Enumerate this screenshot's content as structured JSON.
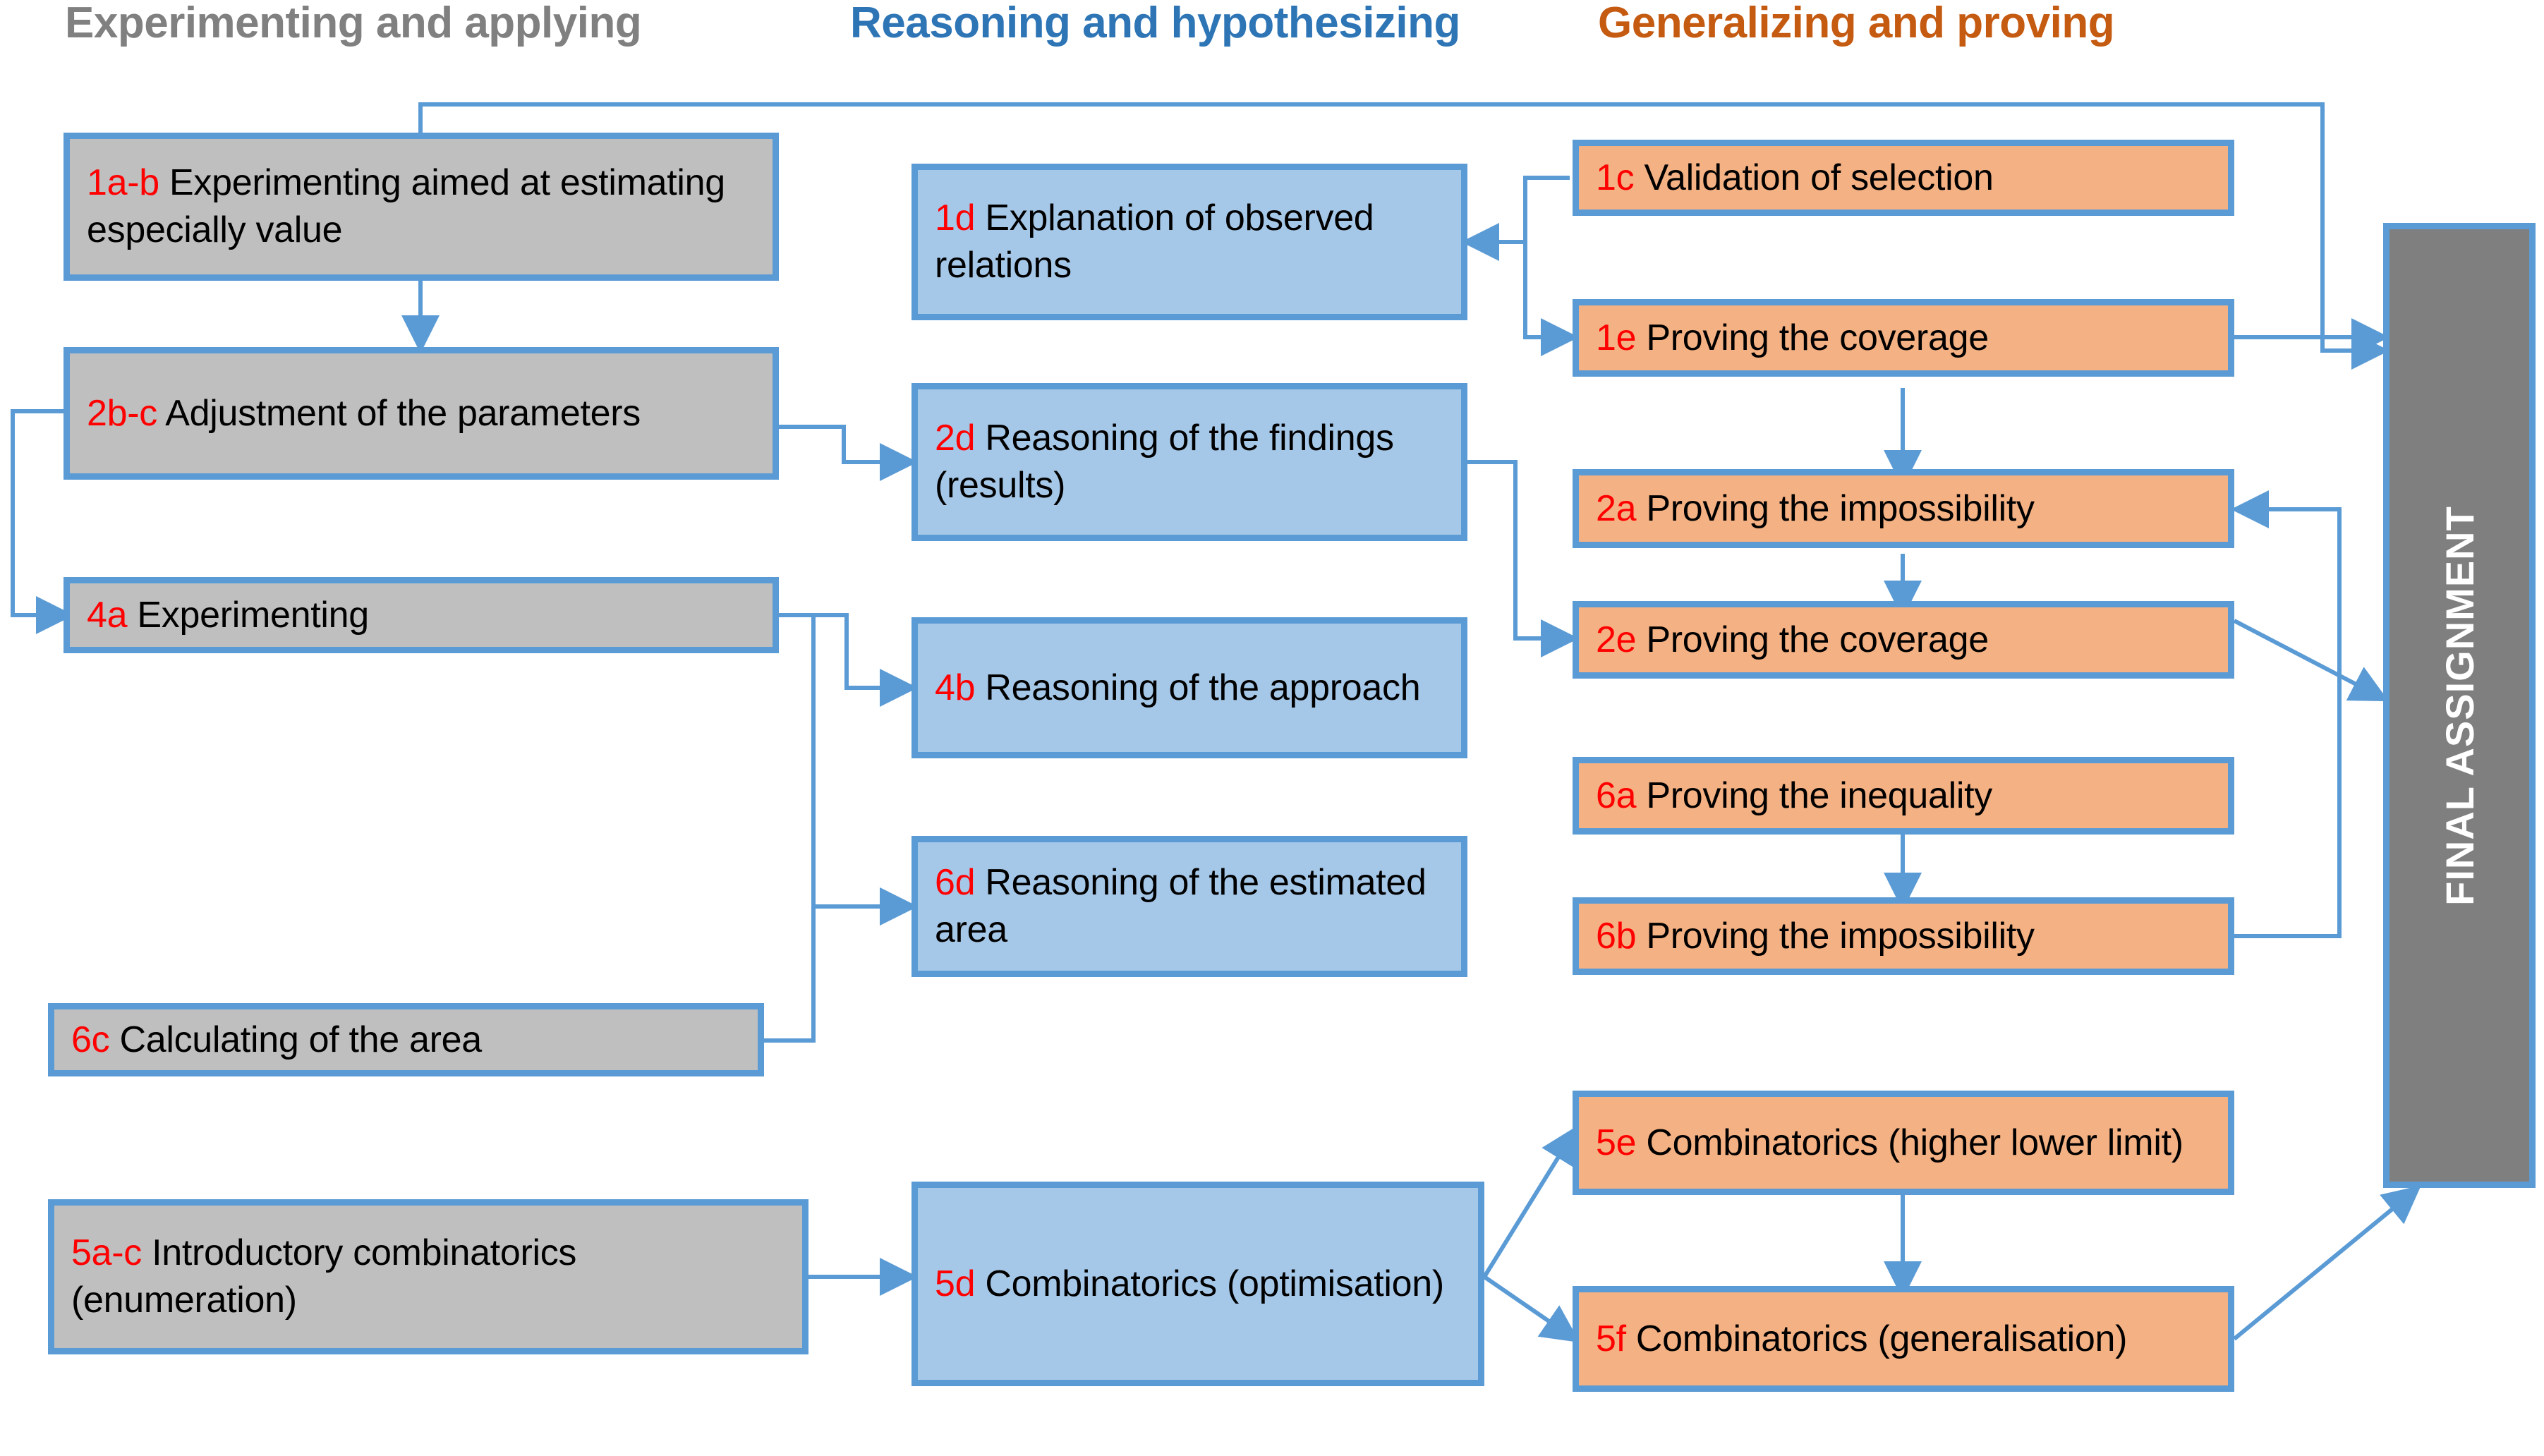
{
  "columns": [
    {
      "id": "experimenting",
      "label": "Experimenting and applying",
      "color": "#808080"
    },
    {
      "id": "reasoning",
      "label": "Reasoning and hypothesizing",
      "color": "#2E75B6"
    },
    {
      "id": "generalizing",
      "label": "Generalizing and proving",
      "color": "#C55A11"
    }
  ],
  "palette": {
    "border": "#5B9BD5",
    "gray_fill": "#BFBFBF",
    "blue_fill": "#A6C8E8",
    "orange_fill": "#F4B183",
    "final_fill": "#7F7F7F",
    "code_color": "#FF0000",
    "text_color": "#000000",
    "connector": "#5B9BD5"
  },
  "nodes": {
    "n1ab": {
      "code": "1a-b",
      "label": " Experimenting aimed at estimating especially value",
      "column": "experimenting",
      "fill": "gray"
    },
    "n2bc": {
      "code": "2b-c",
      "label": " Adjustment of the parameters",
      "column": "experimenting",
      "fill": "gray"
    },
    "n4a": {
      "code": "4a",
      "label": " Experimenting",
      "column": "experimenting",
      "fill": "gray"
    },
    "n6c": {
      "code": "6c",
      "label": " Calculating of the area",
      "column": "experimenting",
      "fill": "gray"
    },
    "n5ac": {
      "code": "5a-c",
      "label": " Introductory combinatorics (enumeration)",
      "column": "experimenting",
      "fill": "gray"
    },
    "n1d": {
      "code": "1d",
      "label": " Explanation of observed relations",
      "column": "reasoning",
      "fill": "blue"
    },
    "n2d": {
      "code": "2d",
      "label": " Reasoning of the findings (results)",
      "column": "reasoning",
      "fill": "blue"
    },
    "n4b": {
      "code": "4b",
      "label": " Reasoning of the approach",
      "column": "reasoning",
      "fill": "blue"
    },
    "n6d": {
      "code": "6d",
      "label": " Reasoning of the estimated area",
      "column": "reasoning",
      "fill": "blue"
    },
    "n5d": {
      "code": "5d",
      "label": " Combinatorics (optimisation)",
      "column": "reasoning",
      "fill": "blue"
    },
    "n1c": {
      "code": "1c",
      "label": " Validation of selection",
      "column": "generalizing",
      "fill": "orange"
    },
    "n1e": {
      "code": "1e",
      "label": " Proving the coverage",
      "column": "generalizing",
      "fill": "orange"
    },
    "n2a": {
      "code": "2a",
      "label": " Proving the impossibility",
      "column": "generalizing",
      "fill": "orange"
    },
    "n2e": {
      "code": "2e",
      "label": " Proving the coverage",
      "column": "generalizing",
      "fill": "orange"
    },
    "n6a": {
      "code": "6a",
      "label": " Proving the inequality",
      "column": "generalizing",
      "fill": "orange"
    },
    "n6b": {
      "code": "6b",
      "label": " Proving the impossibility",
      "column": "generalizing",
      "fill": "orange"
    },
    "n5e": {
      "code": "5e",
      "label": " Combinatorics (higher lower limit)",
      "column": "generalizing",
      "fill": "orange"
    },
    "n5f": {
      "code": "5f",
      "label": " Combinatorics (generalisation)",
      "column": "generalizing",
      "fill": "orange"
    }
  },
  "final_node": {
    "label": "FINAL ASSIGNMENT"
  },
  "edges": [
    {
      "from": "n1ab",
      "to": "final",
      "style": "orthogonal-top"
    },
    {
      "from": "n1ab",
      "to": "n2bc",
      "style": "vertical"
    },
    {
      "from": "n2bc",
      "to": "n4a",
      "style": "left-loop"
    },
    {
      "from": "n2bc",
      "to": "n2d",
      "style": "orthogonal"
    },
    {
      "from": "n4a",
      "to": "n4b",
      "style": "orthogonal"
    },
    {
      "from": "n4a",
      "to": "n6d",
      "style": "orthogonal"
    },
    {
      "from": "n6c",
      "to": "n6d",
      "style": "orthogonal"
    },
    {
      "from": "n1c",
      "to": "n1d",
      "style": "orthogonal"
    },
    {
      "from": "n1c",
      "to": "n1e",
      "style": "orthogonal"
    },
    {
      "from": "n1c",
      "to": "n1e",
      "style": "vertical"
    },
    {
      "from": "n1e",
      "to": "n2a",
      "style": "vertical"
    },
    {
      "from": "n2a",
      "to": "n2e",
      "style": "vertical"
    },
    {
      "from": "n2d",
      "to": "n2e",
      "style": "orthogonal"
    },
    {
      "from": "n6a",
      "to": "n6b",
      "style": "vertical"
    },
    {
      "from": "n1e",
      "to": "final",
      "style": "horizontal"
    },
    {
      "from": "n2e",
      "to": "final",
      "style": "diagonal"
    },
    {
      "from": "n6b",
      "to": "n2a",
      "style": "orthogonal"
    },
    {
      "from": "n5ac",
      "to": "n5d",
      "style": "horizontal"
    },
    {
      "from": "n5d",
      "to": "n5e",
      "style": "diagonal"
    },
    {
      "from": "n5d",
      "to": "n5f",
      "style": "diagonal"
    },
    {
      "from": "n5e",
      "to": "n5f",
      "style": "vertical"
    },
    {
      "from": "n5f",
      "to": "final",
      "style": "diagonal"
    }
  ]
}
